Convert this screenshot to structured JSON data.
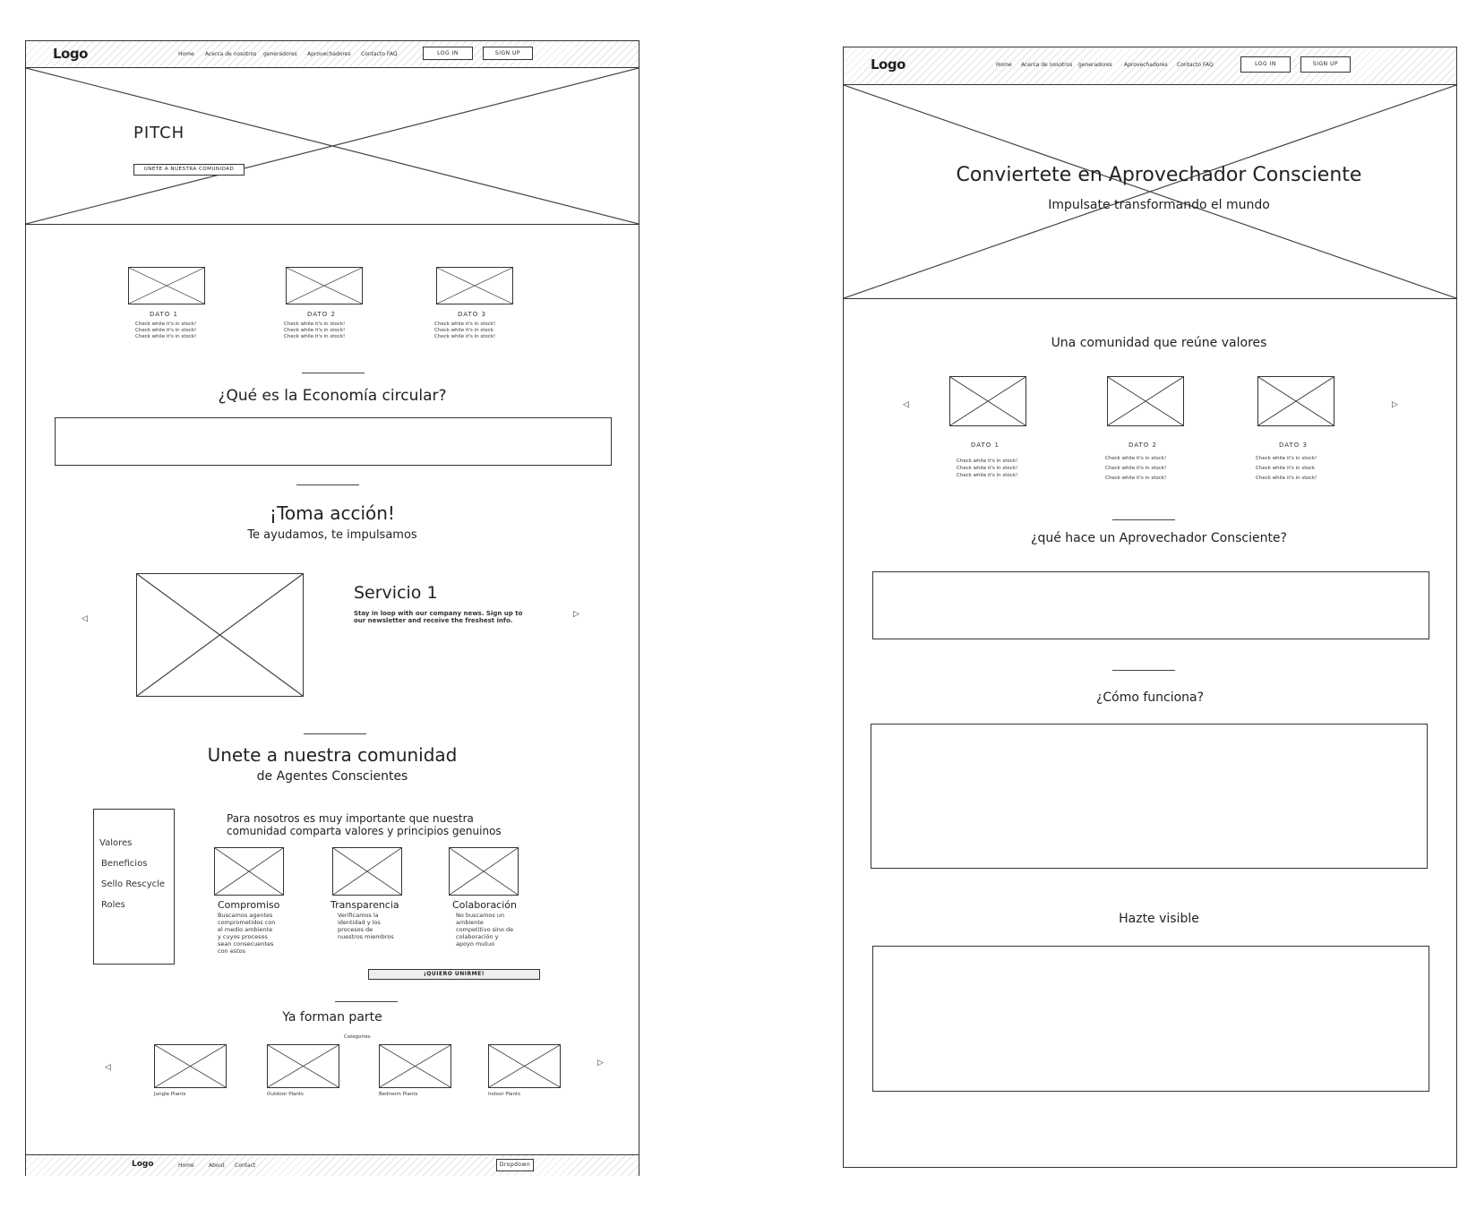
{
  "left": {
    "nav": {
      "logo": "Logo",
      "links": [
        "Home",
        "Acerca de nosotros",
        "generadores",
        "Aprovechadores",
        "Contacto FAQ"
      ],
      "login": "LOG IN",
      "signup": "SIGN UP"
    },
    "hero": {
      "title": "PITCH",
      "cta": "UNETE A NUESTRA COMUNIDAD"
    },
    "datos": [
      {
        "title": "DATO 1",
        "lines": [
          "Check while it's in stock!",
          "Check while it's in stock!",
          "Check while it's in stock!"
        ]
      },
      {
        "title": "DATO 2",
        "lines": [
          "Check while it's in stock!",
          "Check while it's in stock!",
          "Check while it's in stock!"
        ]
      },
      {
        "title": "DATO 3",
        "lines": [
          "Check while it's in stock!",
          "Check while it's in stock",
          "Check while it's in stock!"
        ]
      }
    ],
    "economia_title": "¿Qué es la Economía circular?",
    "accion": {
      "title": "¡Toma acción!",
      "subtitle": "Te ayudamos, te impulsamos"
    },
    "servicio": {
      "title": "Servicio 1",
      "text1": "Stay in loop with our company news. Sign up to",
      "text2": "our newsletter and receive the freshest info."
    },
    "comunidad": {
      "title": "Unete a nuestra comunidad",
      "subtitle": "de Agentes Conscientes",
      "intro1": "Para nosotros es muy importante que nuestra",
      "intro2": "comunidad comparta valores y principios genuinos",
      "sidebar": [
        "Valores",
        "Beneficios",
        "Sello Rescycle",
        "Roles"
      ],
      "values": [
        {
          "title": "Compromiso",
          "lines": [
            "Buscamos agentes",
            "comprometidos con",
            "el medio ambiente",
            "y cuyos procesos",
            "sean consecuentes",
            "con estos"
          ]
        },
        {
          "title": "Transparencia",
          "lines": [
            "Verificamos la",
            "identidad y los",
            "procesos de",
            "nuestros miembros"
          ]
        },
        {
          "title": "Colaboración",
          "lines": [
            "No buscamos un",
            "ambiente",
            "competitivo sino de",
            "colaboración y",
            "apoyo mutuo"
          ]
        }
      ],
      "join_button": "¡QUIERO UNIRME!"
    },
    "forman": {
      "title": "Ya forman parte",
      "label": "Categories",
      "items": [
        "Jungle Plants",
        "Outdoor Plants",
        "Bedroom Plants",
        "Indoor Plants"
      ]
    },
    "footer": {
      "logo": "Logo",
      "links": [
        "Home",
        "About",
        "Contact"
      ],
      "dropdown": "Dropdown"
    }
  },
  "right": {
    "nav": {
      "logo": "Logo",
      "links": [
        "Home",
        "Acerca de nosotros",
        "generadores",
        "Aprovechadores",
        "Contacto FAQ"
      ],
      "login": "LOG IN",
      "signup": "SIGN UP"
    },
    "hero": {
      "title": "Conviertete en Aprovechador Consciente",
      "subtitle": "Impulsate transformando el mundo"
    },
    "valores_title": "Una comunidad que reúne valores",
    "datos": [
      {
        "title": "DATO 1",
        "lines": [
          "Check while it's in stock!",
          "Check while it's in stock!",
          "Check while it's in stock!"
        ]
      },
      {
        "title": "DATO 2",
        "lines": [
          "Check while it's in stock!",
          "Check while it's in stock!",
          "Check while it's in stock!"
        ]
      },
      {
        "title": "DATO 3",
        "lines": [
          "Check while it's in stock!",
          "Check while it's in stock",
          "Check while it's in stock!"
        ]
      }
    ],
    "hace_title": "¿qué hace un Aprovechador Consciente?",
    "funciona_title": "¿Cómo funciona?",
    "visible_title": "Hazte visible"
  }
}
